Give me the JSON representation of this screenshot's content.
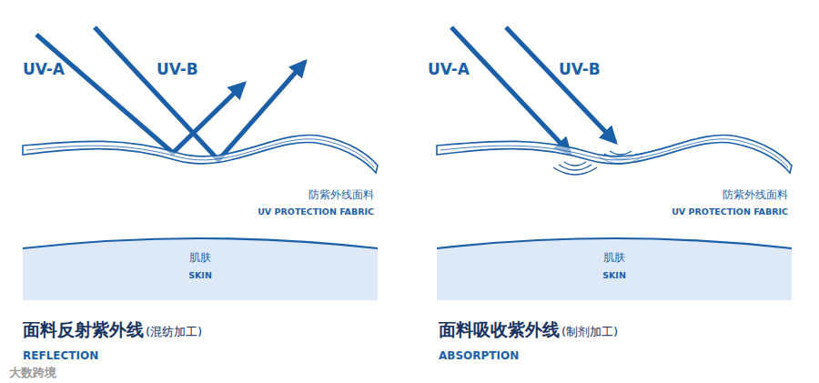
{
  "diagram": {
    "nodes": [
      {
        "text": [
          "防紫外线面料",
          "UV PROTECTION FABRIC"
        ]
      },
      {
        "text": [
          "肌肤",
          "SKIN"
        ]
      },
      {
        "text": [
          "防紫外线面料",
          "UV PROTECTION FABRIC"
        ]
      },
      {
        "text": [
          "肌肤",
          "SKIN"
        ]
      }
    ],
    "labels": [
      "UV-A",
      "UV-B",
      "UV-A",
      "UV-B",
      "面料反射紫外线",
      "(混纺加工)",
      "REFLECTION",
      "面料吸收紫外线",
      "(制剂加工)",
      "ABSORPTION",
      "大数跨境"
    ]
  }
}
